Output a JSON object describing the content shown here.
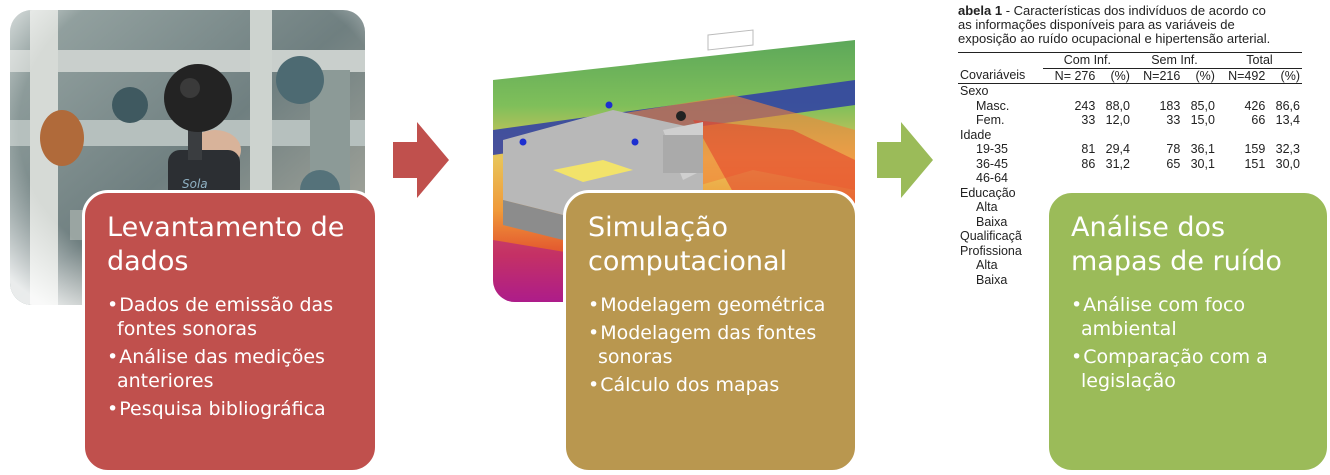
{
  "colors": {
    "step1": "#c0504d",
    "step2": "#b9974f",
    "step3": "#9bbb59",
    "arrow1": "#c0504d",
    "arrow2": "#9bbb59"
  },
  "steps": [
    {
      "title": "Levantamento de dados",
      "bullets": [
        "Dados de emissão das fontes sonoras",
        "Análise das medições anteriores",
        "Pesquisa bibliográfica"
      ],
      "image": "sound-level-meter-photo"
    },
    {
      "title": "Simulação computacional",
      "bullets": [
        "Modelagem geométrica",
        "Modelagem das fontes sonoras",
        "Cálculo dos mapas"
      ],
      "image": "noise-map-3d-render"
    },
    {
      "title": "Análise dos mapas de ruído",
      "bullets": [
        "Análise com foco ambiental",
        "Comparação com a legislação"
      ],
      "image": "data-table-snippet"
    }
  ],
  "table": {
    "caption_bold": "abela 1",
    "caption_rest": " - Características dos indivíduos de acordo co",
    "caption_line2": "as informações disponíveis para as variáveis de",
    "caption_line3": "exposição ao ruído ocupacional e hipertensão arterial.",
    "group_headers": [
      "Com Inf.",
      "Sem Inf.",
      "Total"
    ],
    "col_headers": [
      "Covariáveis",
      "N= 276",
      "(%)",
      "N=216",
      "(%)",
      "N=492",
      "(%)"
    ],
    "rows": [
      {
        "label": "Sexo",
        "indent": false,
        "values": []
      },
      {
        "label": "Masc.",
        "indent": true,
        "values": [
          "243",
          "88,0",
          "183",
          "85,0",
          "426",
          "86,6"
        ]
      },
      {
        "label": "Fem.",
        "indent": true,
        "values": [
          "33",
          "12,0",
          "33",
          "15,0",
          "66",
          "13,4"
        ]
      },
      {
        "label": "Idade",
        "indent": false,
        "values": []
      },
      {
        "label": "19-35",
        "indent": true,
        "values": [
          "81",
          "29,4",
          "78",
          "36,1",
          "159",
          "32,3"
        ]
      },
      {
        "label": "36-45",
        "indent": true,
        "values": [
          "86",
          "31,2",
          "65",
          "30,1",
          "151",
          "30,0"
        ]
      },
      {
        "label": "46-64",
        "indent": true,
        "values": [
          "",
          "",
          "",
          "",
          "",
          ""
        ]
      },
      {
        "label": "Educação",
        "indent": false,
        "values": []
      },
      {
        "label": "Alta",
        "indent": true,
        "values": []
      },
      {
        "label": "Baixa",
        "indent": true,
        "values": []
      },
      {
        "label": "Qualificaçã",
        "indent": false,
        "values": []
      },
      {
        "label": "Profissiona",
        "indent": false,
        "values": []
      },
      {
        "label": "Alta",
        "indent": true,
        "values": []
      },
      {
        "label": "Baixa",
        "indent": true,
        "values": []
      }
    ]
  }
}
